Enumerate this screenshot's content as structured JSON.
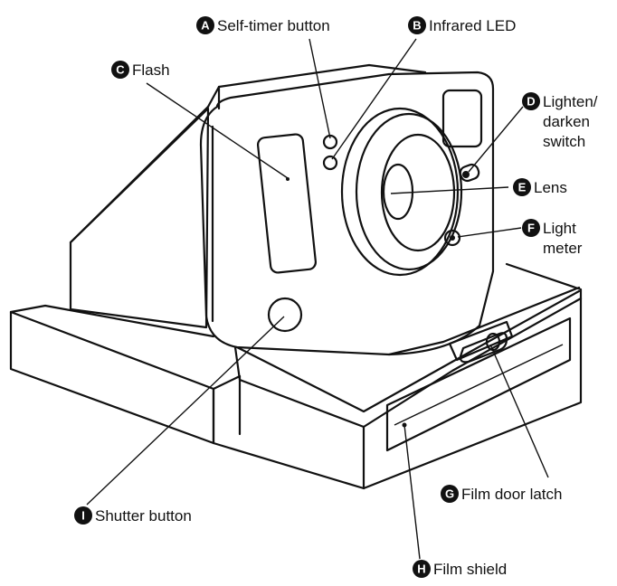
{
  "callouts": [
    {
      "key": "A",
      "lines": [
        "Self-timer button"
      ]
    },
    {
      "key": "B",
      "lines": [
        "Infrared LED"
      ]
    },
    {
      "key": "C",
      "lines": [
        "Flash"
      ]
    },
    {
      "key": "D",
      "lines": [
        "Lighten/",
        "darken",
        "switch"
      ]
    },
    {
      "key": "E",
      "lines": [
        "Lens"
      ]
    },
    {
      "key": "F",
      "lines": [
        "Light",
        "meter"
      ]
    },
    {
      "key": "G",
      "lines": [
        "Film door latch"
      ]
    },
    {
      "key": "H",
      "lines": [
        "Film shield"
      ]
    },
    {
      "key": "I",
      "lines": [
        "Shutter button"
      ]
    }
  ]
}
